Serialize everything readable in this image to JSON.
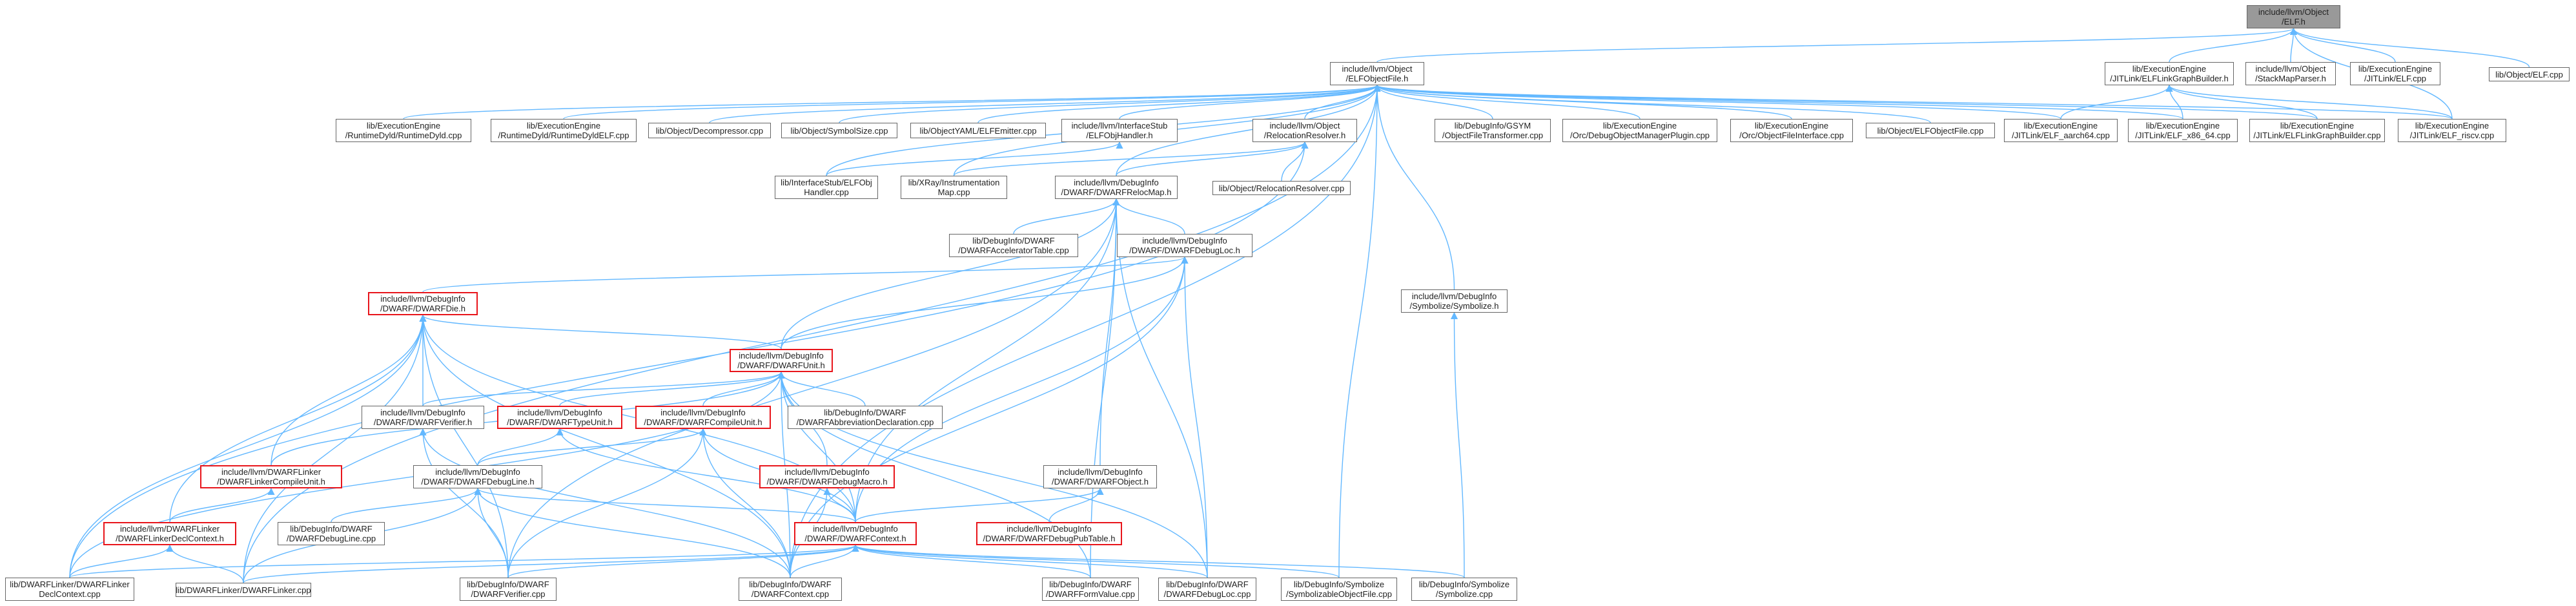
{
  "colors": {
    "edge": "#63b8ff",
    "red_border": "#e8151b",
    "root_fill": "#999999",
    "node_border": "#666666",
    "text": "#222222"
  },
  "nodes": [
    {
      "id": "root",
      "lines": [
        "include/llvm/Object",
        "/ELF.h"
      ],
      "style": "root"
    },
    {
      "id": "objelf",
      "lines": [
        "include/llvm/Object",
        "/ELFObjectFile.h"
      ]
    },
    {
      "id": "jitlink",
      "lines": [
        "lib/ExecutionEngine",
        "/JITLink/ELFLinkGraphBuilder.h"
      ]
    },
    {
      "id": "stackmap",
      "lines": [
        "include/llvm/Object",
        "/StackMapParser.h"
      ]
    },
    {
      "id": "jitelf",
      "lines": [
        "lib/ExecutionEngine",
        "/JITLink/ELF.cpp"
      ]
    },
    {
      "id": "objelfcpp",
      "lines": [
        "lib/Object/ELF.cpp"
      ]
    },
    {
      "id": "rtdyld",
      "lines": [
        "lib/ExecutionEngine",
        "/RuntimeDyld/RuntimeDyld.cpp"
      ]
    },
    {
      "id": "rtdyldelf",
      "lines": [
        "lib/ExecutionEngine",
        "/RuntimeDyld/RuntimeDyldELF.cpp"
      ]
    },
    {
      "id": "decomp",
      "lines": [
        "lib/Object/Decompressor.cpp"
      ]
    },
    {
      "id": "symsize",
      "lines": [
        "lib/Object/SymbolSize.cpp"
      ]
    },
    {
      "id": "yaml",
      "lines": [
        "lib/ObjectYAML/ELFEmitter.cpp"
      ]
    },
    {
      "id": "elfobjh",
      "lines": [
        "include/llvm/InterfaceStub",
        "/ELFObjHandler.h"
      ]
    },
    {
      "id": "relocres",
      "lines": [
        "include/llvm/Object",
        "/RelocationResolver.h"
      ]
    },
    {
      "id": "gsym",
      "lines": [
        "lib/DebugInfo/GSYM",
        "/ObjectFileTransformer.cpp"
      ]
    },
    {
      "id": "orcdbg",
      "lines": [
        "lib/ExecutionEngine",
        "/Orc/DebugObjectManagerPlugin.cpp"
      ]
    },
    {
      "id": "orcobj",
      "lines": [
        "lib/ExecutionEngine",
        "/Orc/ObjectFileInterface.cpp"
      ]
    },
    {
      "id": "objelfobjcpp",
      "lines": [
        "lib/Object/ELFObjectFile.cpp"
      ]
    },
    {
      "id": "aarch64",
      "lines": [
        "lib/ExecutionEngine",
        "/JITLink/ELF_aarch64.cpp"
      ]
    },
    {
      "id": "x8664",
      "lines": [
        "lib/ExecutionEngine",
        "/JITLink/ELF_x86_64.cpp"
      ]
    },
    {
      "id": "lgbcpp",
      "lines": [
        "lib/ExecutionEngine",
        "/JITLink/ELFLinkGraphBuilder.cpp"
      ]
    },
    {
      "id": "riscv",
      "lines": [
        "lib/ExecutionEngine",
        "/JITLink/ELF_riscv.cpp"
      ]
    },
    {
      "id": "stubcpp",
      "lines": [
        "lib/InterfaceStub/ELFObj",
        "Handler.cpp"
      ]
    },
    {
      "id": "xray",
      "lines": [
        "lib/XRay/Instrumentation",
        "Map.cpp"
      ]
    },
    {
      "id": "relocmap",
      "lines": [
        "include/llvm/DebugInfo",
        "/DWARF/DWARFRelocMap.h"
      ]
    },
    {
      "id": "relocrescpp",
      "lines": [
        "lib/Object/RelocationResolver.cpp"
      ]
    },
    {
      "id": "acctable",
      "lines": [
        "lib/DebugInfo/DWARF",
        "/DWARFAcceleratorTable.cpp"
      ]
    },
    {
      "id": "debugloc",
      "lines": [
        "include/llvm/DebugInfo",
        "/DWARF/DWARFDebugLoc.h"
      ]
    },
    {
      "id": "symbolizeh",
      "lines": [
        "include/llvm/DebugInfo",
        "/Symbolize/Symbolize.h"
      ]
    },
    {
      "id": "die",
      "lines": [
        "include/llvm/DebugInfo",
        "/DWARF/DWARFDie.h"
      ],
      "style": "red"
    },
    {
      "id": "unit",
      "lines": [
        "include/llvm/DebugInfo",
        "/DWARF/DWARFUnit.h"
      ],
      "style": "red"
    },
    {
      "id": "linkercu",
      "lines": [
        "include/llvm/DWARFLinker",
        "/DWARFLinkerCompileUnit.h"
      ],
      "style": "red"
    },
    {
      "id": "verifierh",
      "lines": [
        "include/llvm/DebugInfo",
        "/DWARF/DWARFVerifier.h"
      ]
    },
    {
      "id": "typeunit",
      "lines": [
        "include/llvm/DebugInfo",
        "/DWARF/DWARFTypeUnit.h"
      ],
      "style": "red"
    },
    {
      "id": "compileunit",
      "lines": [
        "include/llvm/DebugInfo",
        "/DWARF/DWARFCompileUnit.h"
      ],
      "style": "red"
    },
    {
      "id": "abbrev",
      "lines": [
        "lib/DebugInfo/DWARF",
        "/DWARFAbbreviationDeclaration.cpp"
      ]
    },
    {
      "id": "debugline",
      "lines": [
        "include/llvm/DebugInfo",
        "/DWARF/DWARFDebugLine.h"
      ]
    },
    {
      "id": "debugmacro",
      "lines": [
        "include/llvm/DebugInfo",
        "/DWARF/DWARFDebugMacro.h"
      ],
      "style": "red"
    },
    {
      "id": "dwobj",
      "lines": [
        "include/llvm/DebugInfo",
        "/DWARF/DWARFObject.h"
      ]
    },
    {
      "id": "declctx",
      "lines": [
        "include/llvm/DWARFLinker",
        "/DWARFLinkerDeclContext.h"
      ],
      "style": "red"
    },
    {
      "id": "debuglinecpp",
      "lines": [
        "lib/DebugInfo/DWARF",
        "/DWARFDebugLine.cpp"
      ]
    },
    {
      "id": "context",
      "lines": [
        "include/llvm/DebugInfo",
        "/DWARF/DWARFContext.h"
      ],
      "style": "red"
    },
    {
      "id": "pubtable",
      "lines": [
        "include/llvm/DebugInfo",
        "/DWARF/DWARFDebugPubTable.h"
      ],
      "style": "red"
    },
    {
      "id": "declctxcpp",
      "lines": [
        "lib/DWARFLinker/DWARFLinker",
        "DeclContext.cpp"
      ]
    },
    {
      "id": "linkercpp",
      "lines": [
        "lib/DWARFLinker/DWARFLinker.cpp"
      ]
    },
    {
      "id": "verifiercpp",
      "lines": [
        "lib/DebugInfo/DWARF",
        "/DWARFVerifier.cpp"
      ]
    },
    {
      "id": "contextcpp",
      "lines": [
        "lib/DebugInfo/DWARF",
        "/DWARFContext.cpp"
      ]
    },
    {
      "id": "formvalue",
      "lines": [
        "lib/DebugInfo/DWARF",
        "/DWARFFormValue.cpp"
      ]
    },
    {
      "id": "debugloccpp",
      "lines": [
        "lib/DebugInfo/DWARF",
        "/DWARFDebugLoc.cpp"
      ]
    },
    {
      "id": "symobjcpp",
      "lines": [
        "lib/DebugInfo/Symbolize",
        "/SymbolizableObjectFile.cpp"
      ]
    },
    {
      "id": "symcpp",
      "lines": [
        "lib/DebugInfo/Symbolize",
        "/Symbolize.cpp"
      ]
    }
  ],
  "edges": [
    [
      "objelf",
      "root"
    ],
    [
      "jitlink",
      "root"
    ],
    [
      "stackmap",
      "root"
    ],
    [
      "jitelf",
      "root"
    ],
    [
      "objelfcpp",
      "root"
    ],
    [
      "riscv",
      "root"
    ],
    [
      "rtdyld",
      "objelf"
    ],
    [
      "rtdyldelf",
      "objelf"
    ],
    [
      "decomp",
      "objelf"
    ],
    [
      "symsize",
      "objelf"
    ],
    [
      "yaml",
      "objelf"
    ],
    [
      "elfobjh",
      "objelf"
    ],
    [
      "relocres",
      "objelf"
    ],
    [
      "gsym",
      "objelf"
    ],
    [
      "orcdbg",
      "objelf"
    ],
    [
      "orcobj",
      "objelf"
    ],
    [
      "objelfobjcpp",
      "objelf"
    ],
    [
      "aarch64",
      "objelf"
    ],
    [
      "x8664",
      "objelf"
    ],
    [
      "lgbcpp",
      "objelf"
    ],
    [
      "riscv",
      "objelf"
    ],
    [
      "stubcpp",
      "objelf"
    ],
    [
      "xray",
      "objelf"
    ],
    [
      "relocmap",
      "objelf"
    ],
    [
      "symbolizeh",
      "objelf"
    ],
    [
      "symobjcpp",
      "objelf"
    ],
    [
      "linkercpp",
      "objelf"
    ],
    [
      "contextcpp",
      "objelf"
    ],
    [
      "aarch64",
      "jitlink"
    ],
    [
      "x8664",
      "jitlink"
    ],
    [
      "lgbcpp",
      "jitlink"
    ],
    [
      "riscv",
      "jitlink"
    ],
    [
      "stubcpp",
      "elfobjh"
    ],
    [
      "relocmap",
      "relocres"
    ],
    [
      "relocrescpp",
      "relocres"
    ],
    [
      "xray",
      "relocres"
    ],
    [
      "declctxcpp",
      "relocres"
    ],
    [
      "acctable",
      "relocmap"
    ],
    [
      "debugloc",
      "relocmap"
    ],
    [
      "unit",
      "relocmap"
    ],
    [
      "dwobj",
      "relocmap"
    ],
    [
      "context",
      "relocmap"
    ],
    [
      "formvalue",
      "relocmap"
    ],
    [
      "debugloccpp",
      "relocmap"
    ],
    [
      "verifiercpp",
      "relocmap"
    ],
    [
      "die",
      "debugloc"
    ],
    [
      "unit",
      "debugloc"
    ],
    [
      "context",
      "debugloc"
    ],
    [
      "debugloccpp",
      "debugloc"
    ],
    [
      "contextcpp",
      "debugloc"
    ],
    [
      "symcpp",
      "symbolizeh"
    ],
    [
      "verifierh",
      "die"
    ],
    [
      "context",
      "die"
    ],
    [
      "linkercu",
      "die"
    ],
    [
      "declctx",
      "die"
    ],
    [
      "declctxcpp",
      "die"
    ],
    [
      "contextcpp",
      "die"
    ],
    [
      "linkercpp",
      "die"
    ],
    [
      "verifiercpp",
      "die"
    ],
    [
      "unit",
      "die"
    ],
    [
      "linkercu",
      "unit"
    ],
    [
      "verifierh",
      "unit"
    ],
    [
      "typeunit",
      "unit"
    ],
    [
      "compileunit",
      "unit"
    ],
    [
      "abbrev",
      "unit"
    ],
    [
      "debugmacro",
      "unit"
    ],
    [
      "context",
      "unit"
    ],
    [
      "declctxcpp",
      "unit"
    ],
    [
      "contextcpp",
      "unit"
    ],
    [
      "formvalue",
      "unit"
    ],
    [
      "debugloccpp",
      "unit"
    ],
    [
      "verifiercpp",
      "verifierh"
    ],
    [
      "contextcpp",
      "verifierh"
    ],
    [
      "debugline",
      "typeunit"
    ],
    [
      "context",
      "typeunit"
    ],
    [
      "debugline",
      "compileunit"
    ],
    [
      "context",
      "compileunit"
    ],
    [
      "contextcpp",
      "compileunit"
    ],
    [
      "verifiercpp",
      "compileunit"
    ],
    [
      "declctx",
      "linkercu"
    ],
    [
      "debuglinecpp",
      "debugline"
    ],
    [
      "context",
      "debugline"
    ],
    [
      "contextcpp",
      "debugline"
    ],
    [
      "verifiercpp",
      "debugline"
    ],
    [
      "linkercpp",
      "debugline"
    ],
    [
      "context",
      "debugmacro"
    ],
    [
      "contextcpp",
      "debugmacro"
    ],
    [
      "context",
      "dwobj"
    ],
    [
      "pubtable",
      "dwobj"
    ],
    [
      "declctxcpp",
      "declctx"
    ],
    [
      "linkercpp",
      "declctx"
    ],
    [
      "declctxcpp",
      "context"
    ],
    [
      "linkercpp",
      "context"
    ],
    [
      "verifiercpp",
      "context"
    ],
    [
      "contextcpp",
      "context"
    ],
    [
      "formvalue",
      "context"
    ],
    [
      "debugloccpp",
      "context"
    ],
    [
      "symobjcpp",
      "context"
    ],
    [
      "symcpp",
      "context"
    ]
  ]
}
